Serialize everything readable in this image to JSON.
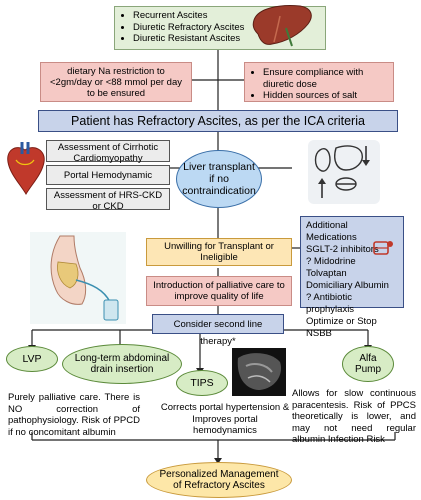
{
  "causes": [
    "Recurrent Ascites",
    "Diuretic Refractory Ascites",
    "Diuretic Resistant Ascites"
  ],
  "sodium_box": "dietary Na restriction to <2gm/day or <88 mmol per day to be ensured",
  "compliance": [
    "Ensure compliance with diuretic dose",
    "Hidden sources of salt"
  ],
  "main_header": "Patient has Refractory Ascites, as per the ICA criteria",
  "assessments": [
    "Assessment of Cirrhotic Cardiomyopathy",
    "Portal Hemodynamic Assessment",
    "Assessment of HRS-CKD or CKD"
  ],
  "liver_transplant": "Liver transplant if no contraindication",
  "additional_meds": [
    "Additional Medications",
    "SGLT-2 inhibitors",
    "? Midodrine",
    "Tolvaptan",
    "Domiciliary Albumin",
    "? Antibiotic prophylaxis",
    "Optimize or Stop NSBB"
  ],
  "unwilling": "Unwilling for Transplant or Ineligible",
  "palliative": "Introduction of palliative care to improve quality of life",
  "second_line": "Consider second line therapy*",
  "options": {
    "lvp": "LVP",
    "drain": "Long-term abdominal drain insertion",
    "tips": "TIPS",
    "alfa": "Alfa Pump"
  },
  "notes": {
    "lvp": "Purely palliative care. There is NO correction of pathophysiology. Risk of PPCD if no concomitant albumin",
    "tips": "Corrects portal hypertension & Improves portal hemodynamics",
    "alfa": "Allows for slow continuous paracentesis. Risk of PPCS theoretically is lower, and may not need regular albumin Infection Risk"
  },
  "final": "Personalized Management of Refractory Ascites",
  "colors": {
    "green_box": "#e3efd9",
    "pink_box": "#f5c9c5",
    "blue_header": "#c8d3ea",
    "ellipse_blue": "#bcd9f3",
    "orange_box": "#fde6b5",
    "ellipse_gold": "#fde7a8"
  },
  "icons": [
    "liver-icon",
    "heart-icon",
    "kidney-drug-icon",
    "drain-bag-illustration",
    "ultrasound-image",
    "pill-icon"
  ]
}
